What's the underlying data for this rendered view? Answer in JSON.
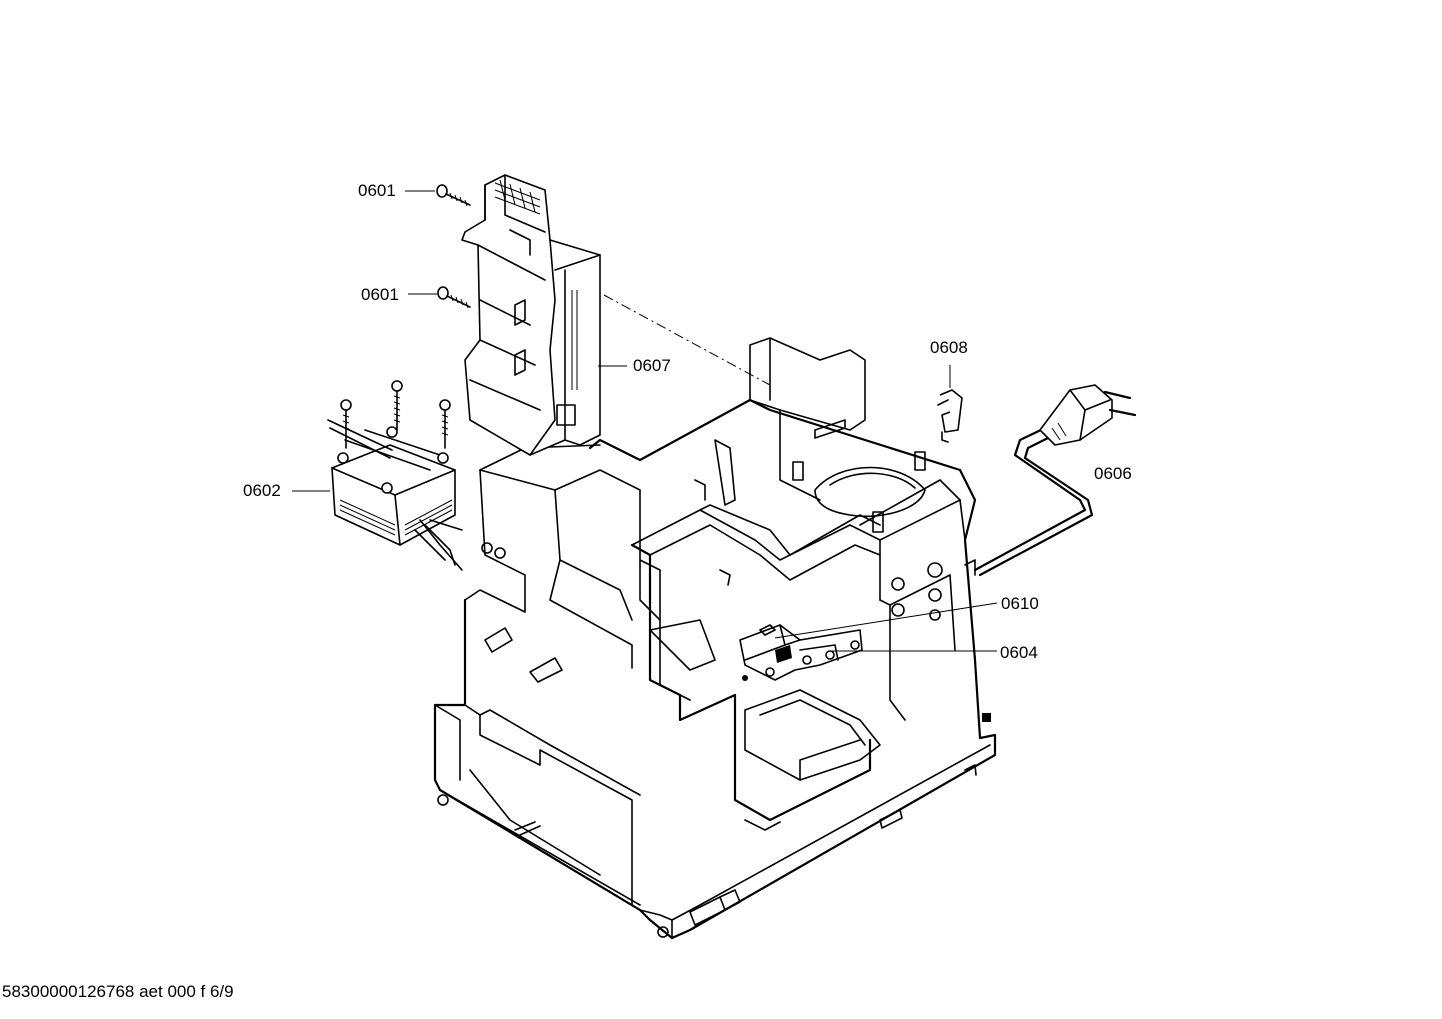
{
  "labels": {
    "p0601a": "0601",
    "p0601b": "0601",
    "p0602": "0602",
    "p0604": "0604",
    "p0606": "0606",
    "p0607": "0607",
    "p0608": "0608",
    "p0610": "0610"
  },
  "footer": {
    "code": "58300000126768 aet 000 f 6/9"
  }
}
